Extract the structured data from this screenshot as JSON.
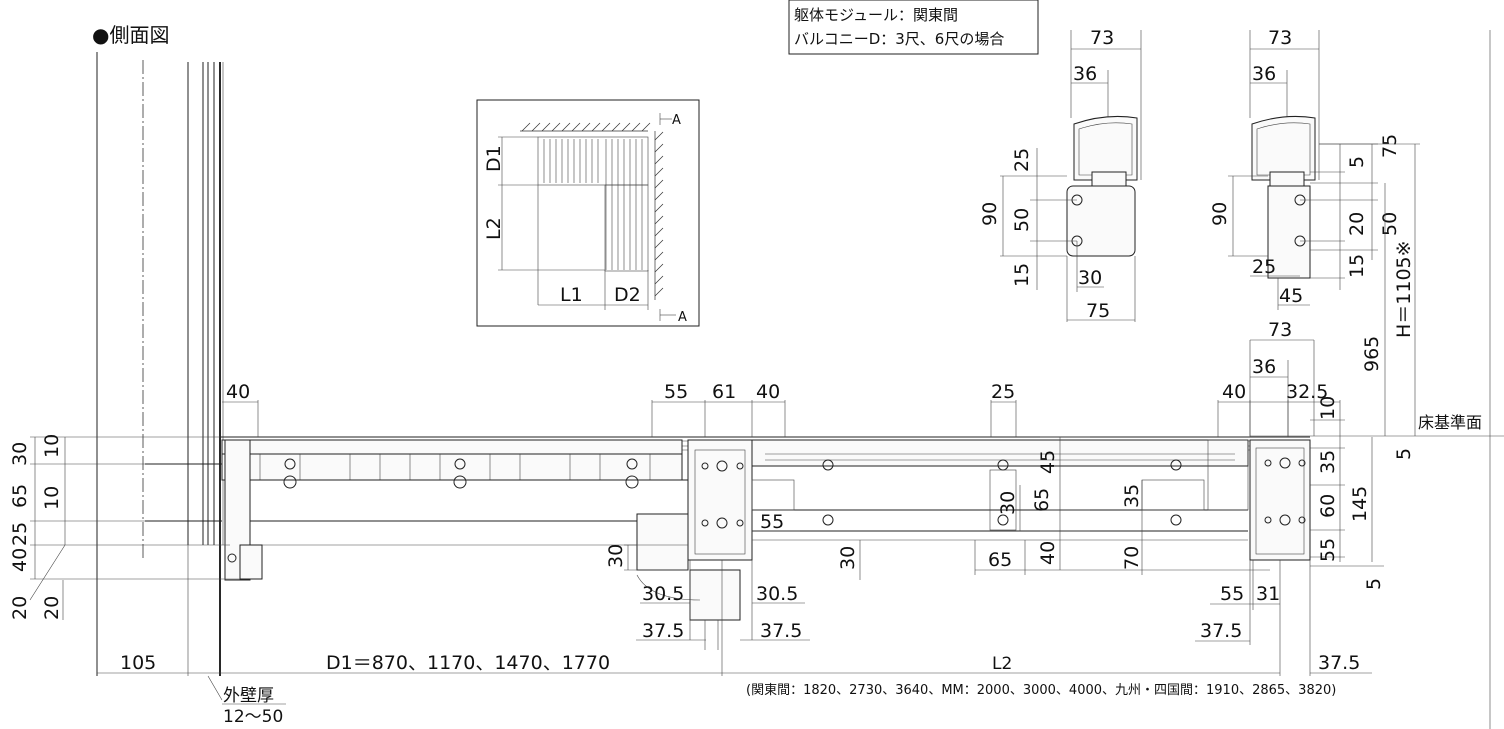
{
  "header": {
    "title_fragment": "",
    "side_view_label": "●側面図"
  },
  "notes": {
    "module_line1": "躯体モジュール：関東間",
    "module_line2": "バルコニーD：3尺、6尺の場合"
  },
  "plan_view": {
    "labels": {
      "d1": "D1",
      "l2": "L2",
      "l1": "L1",
      "d2": "D2",
      "section_a": "A"
    }
  },
  "rail_detail_left": {
    "dims": {
      "w73": "73",
      "w36": "36",
      "h25": "25",
      "h90": "90",
      "h50": "50",
      "h15": "15",
      "w30": "30",
      "w75": "75"
    }
  },
  "rail_detail_right": {
    "dims": {
      "w73": "73",
      "w36": "36",
      "h5": "5",
      "h75": "75",
      "h90": "90",
      "h20": "20",
      "h50": "50",
      "w25": "25",
      "h15": "15",
      "w45": "45"
    }
  },
  "right_column": {
    "dims": {
      "w73": "73",
      "w36": "36",
      "h965": "965",
      "h_total": "H＝1105※",
      "floor_label": "床基準面",
      "w40": "40",
      "w32_5": "32.5",
      "h10": "10",
      "h35": "35",
      "h60": "60",
      "h145": "145",
      "h55": "55",
      "h5a": "5",
      "h5b": "5",
      "w55": "55",
      "w31": "31",
      "w37_5": "37.5",
      "w37_5b": "37.5"
    }
  },
  "side_view": {
    "dims": {
      "w40": "40",
      "w55": "55",
      "w61": "61",
      "w40b": "40",
      "w25": "25",
      "h30": "30",
      "h10a": "10",
      "h65": "65",
      "h10b": "10",
      "h25": "25",
      "h40": "40",
      "h20a": "20",
      "h20b": "20",
      "w105": "105",
      "d1_label": "D1＝870、1170、1470、1770",
      "w55b": "55",
      "h30b": "30",
      "h30c": "30",
      "w30_5a": "30.5",
      "w30_5b": "30.5",
      "w37_5a": "37.5",
      "w37_5b": "37.5",
      "h45": "45",
      "h30d": "30",
      "h65b": "65",
      "h35": "35",
      "w65": "65",
      "h40b": "40",
      "h70": "70",
      "l2_label": "L2",
      "l2_values": "(関東間：1820、2730、3640、MM：2000、3000、4000、九州・四国間：1910、2865、3820)",
      "wall_label": "外壁厚",
      "wall_range": "12～50"
    }
  }
}
